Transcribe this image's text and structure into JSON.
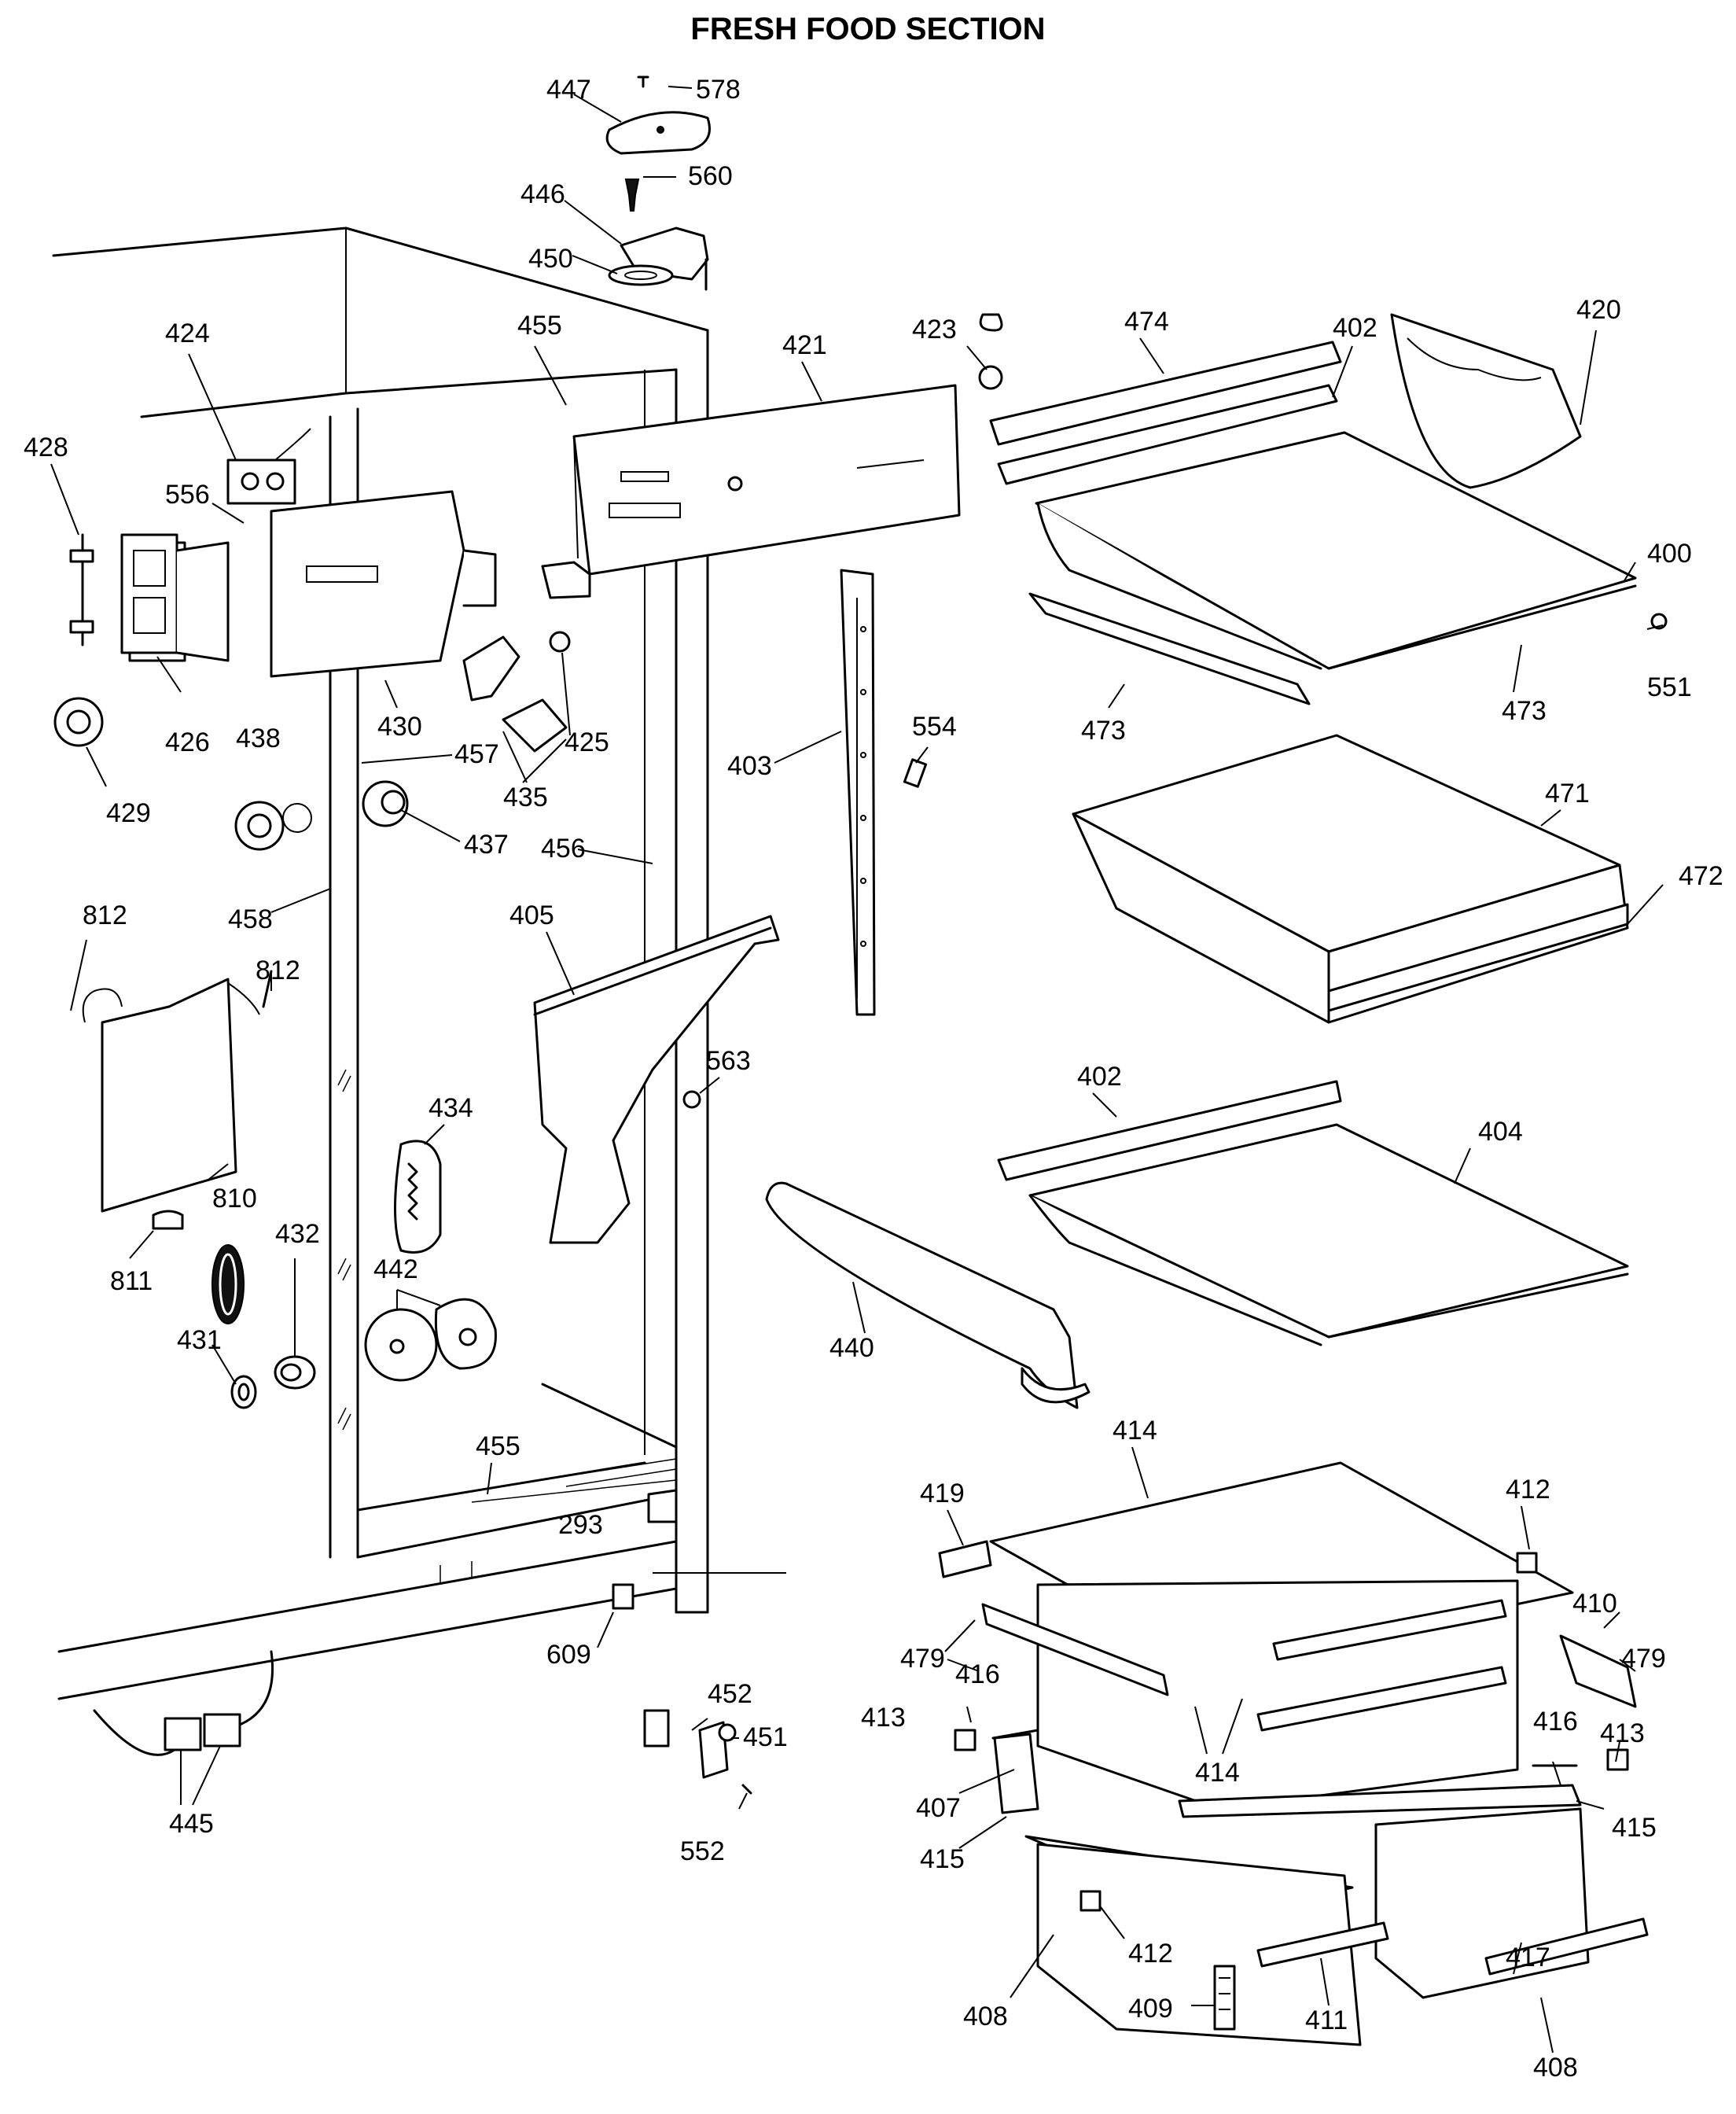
{
  "title": "FRESH FOOD SECTION",
  "callouts": [
    {
      "id": "447",
      "label": "447"
    },
    {
      "id": "578",
      "label": "578"
    },
    {
      "id": "446",
      "label": "446"
    },
    {
      "id": "560",
      "label": "560"
    },
    {
      "id": "450",
      "label": "450"
    },
    {
      "id": "455a",
      "label": "455"
    },
    {
      "id": "424",
      "label": "424"
    },
    {
      "id": "421",
      "label": "421"
    },
    {
      "id": "423",
      "label": "423"
    },
    {
      "id": "474",
      "label": "474"
    },
    {
      "id": "402a",
      "label": "402"
    },
    {
      "id": "420",
      "label": "420"
    },
    {
      "id": "428",
      "label": "428"
    },
    {
      "id": "556",
      "label": "556"
    },
    {
      "id": "400",
      "label": "400"
    },
    {
      "id": "551",
      "label": "551"
    },
    {
      "id": "473a",
      "label": "473"
    },
    {
      "id": "473b",
      "label": "473"
    },
    {
      "id": "425",
      "label": "425"
    },
    {
      "id": "430",
      "label": "430"
    },
    {
      "id": "426",
      "label": "426"
    },
    {
      "id": "438",
      "label": "438"
    },
    {
      "id": "457",
      "label": "457"
    },
    {
      "id": "435",
      "label": "435"
    },
    {
      "id": "403",
      "label": "403"
    },
    {
      "id": "554",
      "label": "554"
    },
    {
      "id": "429",
      "label": "429"
    },
    {
      "id": "437",
      "label": "437"
    },
    {
      "id": "456",
      "label": "456"
    },
    {
      "id": "471",
      "label": "471"
    },
    {
      "id": "472",
      "label": "472"
    },
    {
      "id": "812a",
      "label": "812"
    },
    {
      "id": "458",
      "label": "458"
    },
    {
      "id": "405",
      "label": "405"
    },
    {
      "id": "812b",
      "label": "812"
    },
    {
      "id": "563",
      "label": "563"
    },
    {
      "id": "402b",
      "label": "402"
    },
    {
      "id": "404",
      "label": "404"
    },
    {
      "id": "434",
      "label": "434"
    },
    {
      "id": "810",
      "label": "810"
    },
    {
      "id": "811",
      "label": "811"
    },
    {
      "id": "432",
      "label": "432"
    },
    {
      "id": "442",
      "label": "442"
    },
    {
      "id": "440",
      "label": "440"
    },
    {
      "id": "431",
      "label": "431"
    },
    {
      "id": "455b",
      "label": "455"
    },
    {
      "id": "414a",
      "label": "414"
    },
    {
      "id": "419",
      "label": "419"
    },
    {
      "id": "412a",
      "label": "412"
    },
    {
      "id": "293",
      "label": "293"
    },
    {
      "id": "609",
      "label": "609"
    },
    {
      "id": "410",
      "label": "410"
    },
    {
      "id": "479a",
      "label": "479"
    },
    {
      "id": "479b",
      "label": "479"
    },
    {
      "id": "416a",
      "label": "416"
    },
    {
      "id": "413a",
      "label": "413"
    },
    {
      "id": "452",
      "label": "452"
    },
    {
      "id": "451",
      "label": "451"
    },
    {
      "id": "414b",
      "label": "414"
    },
    {
      "id": "416b",
      "label": "416"
    },
    {
      "id": "413b",
      "label": "413"
    },
    {
      "id": "445",
      "label": "445"
    },
    {
      "id": "407",
      "label": "407"
    },
    {
      "id": "415a",
      "label": "415"
    },
    {
      "id": "415b",
      "label": "415"
    },
    {
      "id": "552",
      "label": "552"
    },
    {
      "id": "412b",
      "label": "412"
    },
    {
      "id": "417",
      "label": "417"
    },
    {
      "id": "408a",
      "label": "408"
    },
    {
      "id": "409",
      "label": "409"
    },
    {
      "id": "411",
      "label": "411"
    },
    {
      "id": "408b",
      "label": "408"
    }
  ]
}
